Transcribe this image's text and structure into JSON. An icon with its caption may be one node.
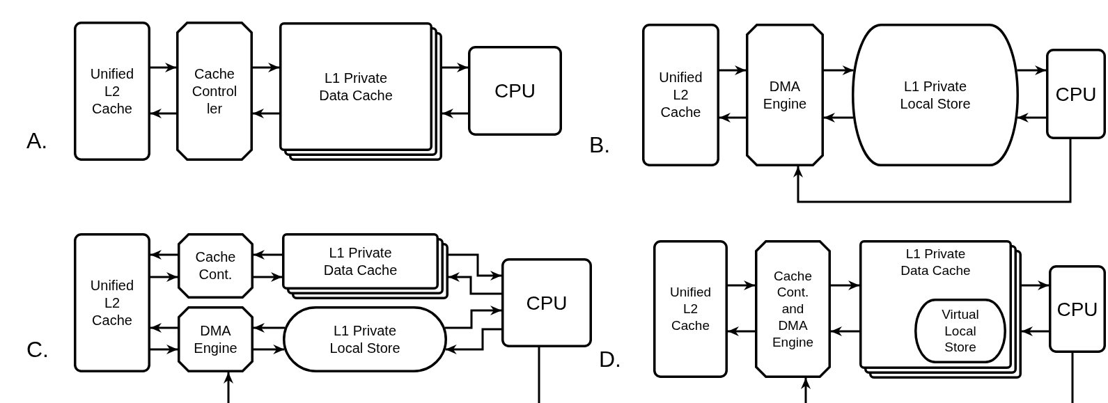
{
  "diagram": {
    "nodes": [
      {
        "text": [
          "Unified L2 Cache"
        ]
      },
      {
        "text": [
          "Cache Control ler"
        ]
      },
      {
        "text": [
          "L1 Private Data Cache"
        ]
      },
      {
        "text": [
          "CPU"
        ]
      },
      {
        "text": [
          "Unified L2 Cache"
        ]
      },
      {
        "text": [
          "DMA Engine"
        ]
      },
      {
        "text": [
          "L1 Private Local Store"
        ]
      },
      {
        "text": [
          "CPU"
        ]
      },
      {
        "text": [
          "Unified L2 Cache"
        ]
      },
      {
        "text": [
          "Cache Cont."
        ]
      },
      {
        "text": [
          "L1 Private Data Cache"
        ]
      },
      {
        "text": [
          "CPU"
        ]
      },
      {
        "text": [
          "DMA Engine"
        ]
      },
      {
        "text": [
          "L1 Private Local Store"
        ]
      },
      {
        "text": [
          "Unified L2 Cache"
        ]
      },
      {
        "text": [
          "Cache Cont. and DMA Engine"
        ]
      },
      {
        "text": [
          "L1 Private Data Cache"
        ]
      },
      {
        "text": [
          "Virtual Local Store"
        ],
        "in": 16
      },
      {
        "text": [
          "CPU"
        ]
      }
    ],
    "edges": [
      {
        "from": 0,
        "to": 1,
        "arrow": "to"
      },
      {
        "from": 1,
        "to": 0,
        "arrow": "to"
      },
      {
        "from": 1,
        "to": 2,
        "arrow": "to"
      },
      {
        "from": 2,
        "to": 1,
        "arrow": "to"
      },
      {
        "from": 2,
        "to": 3,
        "arrow": "to"
      },
      {
        "from": 3,
        "to": 2,
        "arrow": "to"
      },
      {
        "from": 4,
        "to": 5,
        "arrow": "to"
      },
      {
        "from": 5,
        "to": 4,
        "arrow": "to"
      },
      {
        "from": 5,
        "to": 6,
        "arrow": "to"
      },
      {
        "from": 6,
        "to": 5,
        "arrow": "to"
      },
      {
        "from": 6,
        "to": 7,
        "arrow": "to"
      },
      {
        "from": 7,
        "to": 6,
        "arrow": "to"
      },
      {
        "from": 7,
        "to": 5,
        "arrow": "to"
      },
      {
        "from": 9,
        "to": 8,
        "arrow": "to"
      },
      {
        "from": 8,
        "to": 9,
        "arrow": "to"
      },
      {
        "from": 10,
        "to": 9,
        "arrow": "to"
      },
      {
        "from": 9,
        "to": 10,
        "arrow": "to"
      },
      {
        "from": 10,
        "to": 11,
        "arrow": "to"
      },
      {
        "from": 11,
        "to": 10,
        "arrow": "to"
      },
      {
        "from": 12,
        "to": 8,
        "arrow": "to"
      },
      {
        "from": 8,
        "to": 12,
        "arrow": "to"
      },
      {
        "from": 13,
        "to": 12,
        "arrow": "to"
      },
      {
        "from": 12,
        "to": 13,
        "arrow": "to"
      },
      {
        "from": 13,
        "to": 11,
        "arrow": "to"
      },
      {
        "from": 11,
        "to": 13,
        "arrow": "to"
      },
      {
        "from": 11,
        "to": 12,
        "arrow": "to"
      },
      {
        "from": 14,
        "to": 15,
        "arrow": "to"
      },
      {
        "from": 15,
        "to": 14,
        "arrow": "to"
      },
      {
        "from": 15,
        "to": 16,
        "arrow": "to"
      },
      {
        "from": 16,
        "to": 15,
        "arrow": "to"
      },
      {
        "from": 16,
        "to": 18,
        "arrow": "to"
      },
      {
        "from": 18,
        "to": 16,
        "arrow": "to"
      },
      {
        "from": 18,
        "to": 15,
        "arrow": "to"
      }
    ],
    "labels": [
      "A.",
      "B.",
      "C.",
      "D."
    ]
  }
}
